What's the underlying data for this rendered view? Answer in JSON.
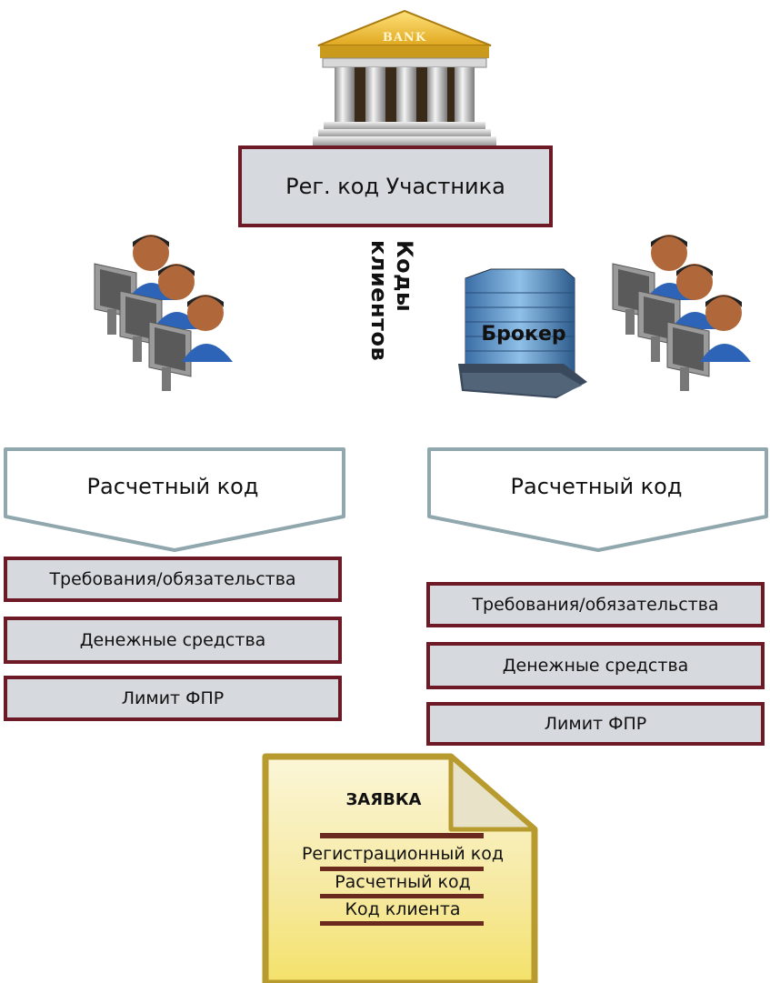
{
  "bank": {
    "sign_text": "BANK",
    "reg_code_label": "Рег. код Участника"
  },
  "client_codes_label": "Коды клиентов",
  "broker_label": "Брокер",
  "left": {
    "arrow_label": "Расчетный код",
    "items": [
      "Требования/обязательства",
      "Денежные средства",
      "Лимит ФПР"
    ]
  },
  "right": {
    "arrow_label": "Расчетный код",
    "items": [
      "Требования/обязательства",
      "Денежные средства",
      "Лимит ФПР"
    ]
  },
  "order": {
    "title": "ЗАЯВКА",
    "lines": [
      "Регистрационный код",
      "Расчетный код",
      "Код клиента"
    ]
  },
  "colors": {
    "box_fill": "#d6d9de",
    "box_border": "#6e1a26",
    "arrow_stroke": "#8fa7ad",
    "document_border": "#b89b2e",
    "document_fill": "#f6eeb0"
  }
}
